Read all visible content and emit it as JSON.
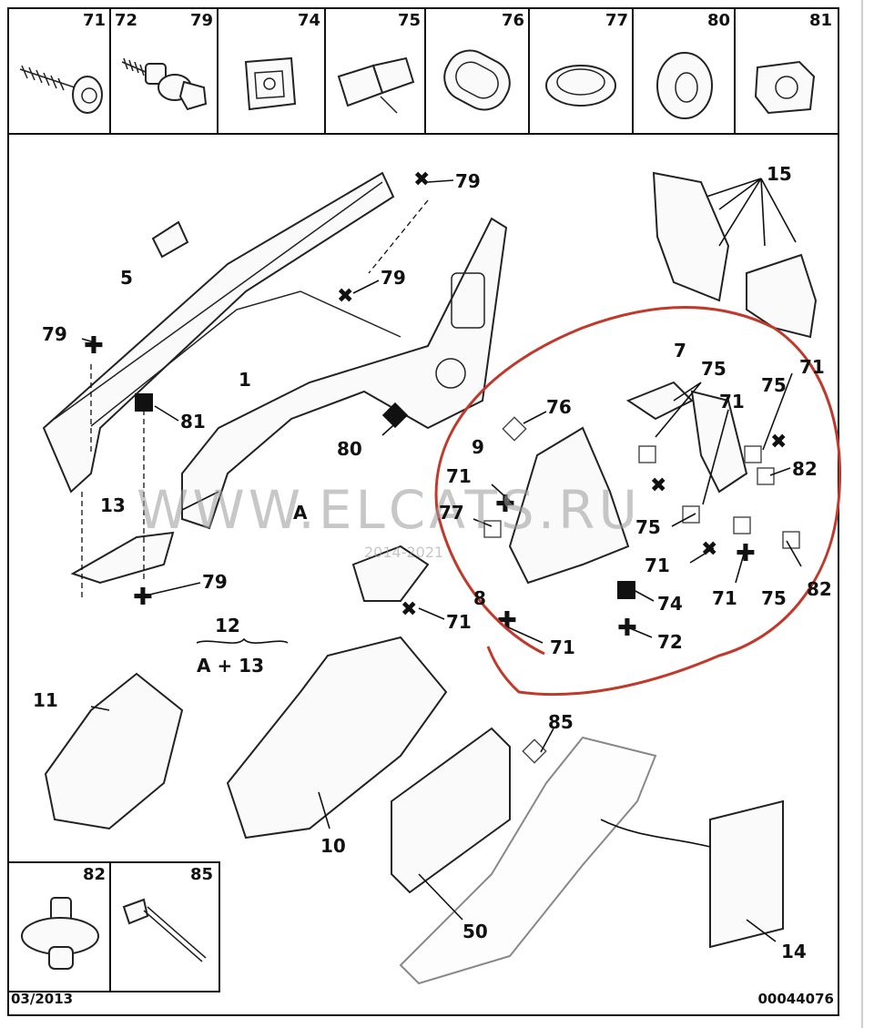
{
  "header_parts": [
    {
      "num": "71",
      "icon": "screw-icon"
    },
    {
      "num": "72",
      "num2": "79",
      "icon": "bolt-washer-icon"
    },
    {
      "num": "74",
      "icon": "clip-nut-icon"
    },
    {
      "num": "75",
      "icon": "plastic-fastener-icon"
    },
    {
      "num": "76",
      "icon": "oval-grommet-icon"
    },
    {
      "num": "77",
      "icon": "round-plug-icon"
    },
    {
      "num": "80",
      "icon": "washer-grommet-icon"
    },
    {
      "num": "81",
      "icon": "cage-nut-icon"
    }
  ],
  "bottom_parts": [
    {
      "num": "82",
      "icon": "push-rivet-icon"
    },
    {
      "num": "85",
      "icon": "blind-rivet-icon"
    }
  ],
  "labels": {
    "l1": "1",
    "l5": "5",
    "l79a": "79",
    "l81": "81",
    "l13": "13",
    "l79b": "79",
    "l79c": "79",
    "l79d": "79",
    "l80": "80",
    "lA": "A",
    "l8": "8",
    "l71a": "71",
    "l15": "15",
    "l7": "7",
    "l9": "9",
    "l76": "76",
    "l75a": "75",
    "l71b": "71",
    "l75b": "75",
    "l71c": "71",
    "l82a": "82",
    "l71d": "71",
    "l77": "77",
    "l75c": "75",
    "l71e": "71",
    "l71f": "71",
    "l75d": "75",
    "l82b": "82",
    "l74": "74",
    "l72": "72",
    "l71g": "71",
    "l12": "12",
    "lA13": "A + 13",
    "l11": "11",
    "l10": "10",
    "l85": "85",
    "l50": "50",
    "l14": "14"
  },
  "watermark": {
    "main": "WWW.ELCATS.RU",
    "sub": "2014-2021"
  },
  "footer": {
    "date": "03/2013",
    "code": "00044076"
  },
  "colors": {
    "annotation": "#c0392b",
    "line": "#111111"
  }
}
